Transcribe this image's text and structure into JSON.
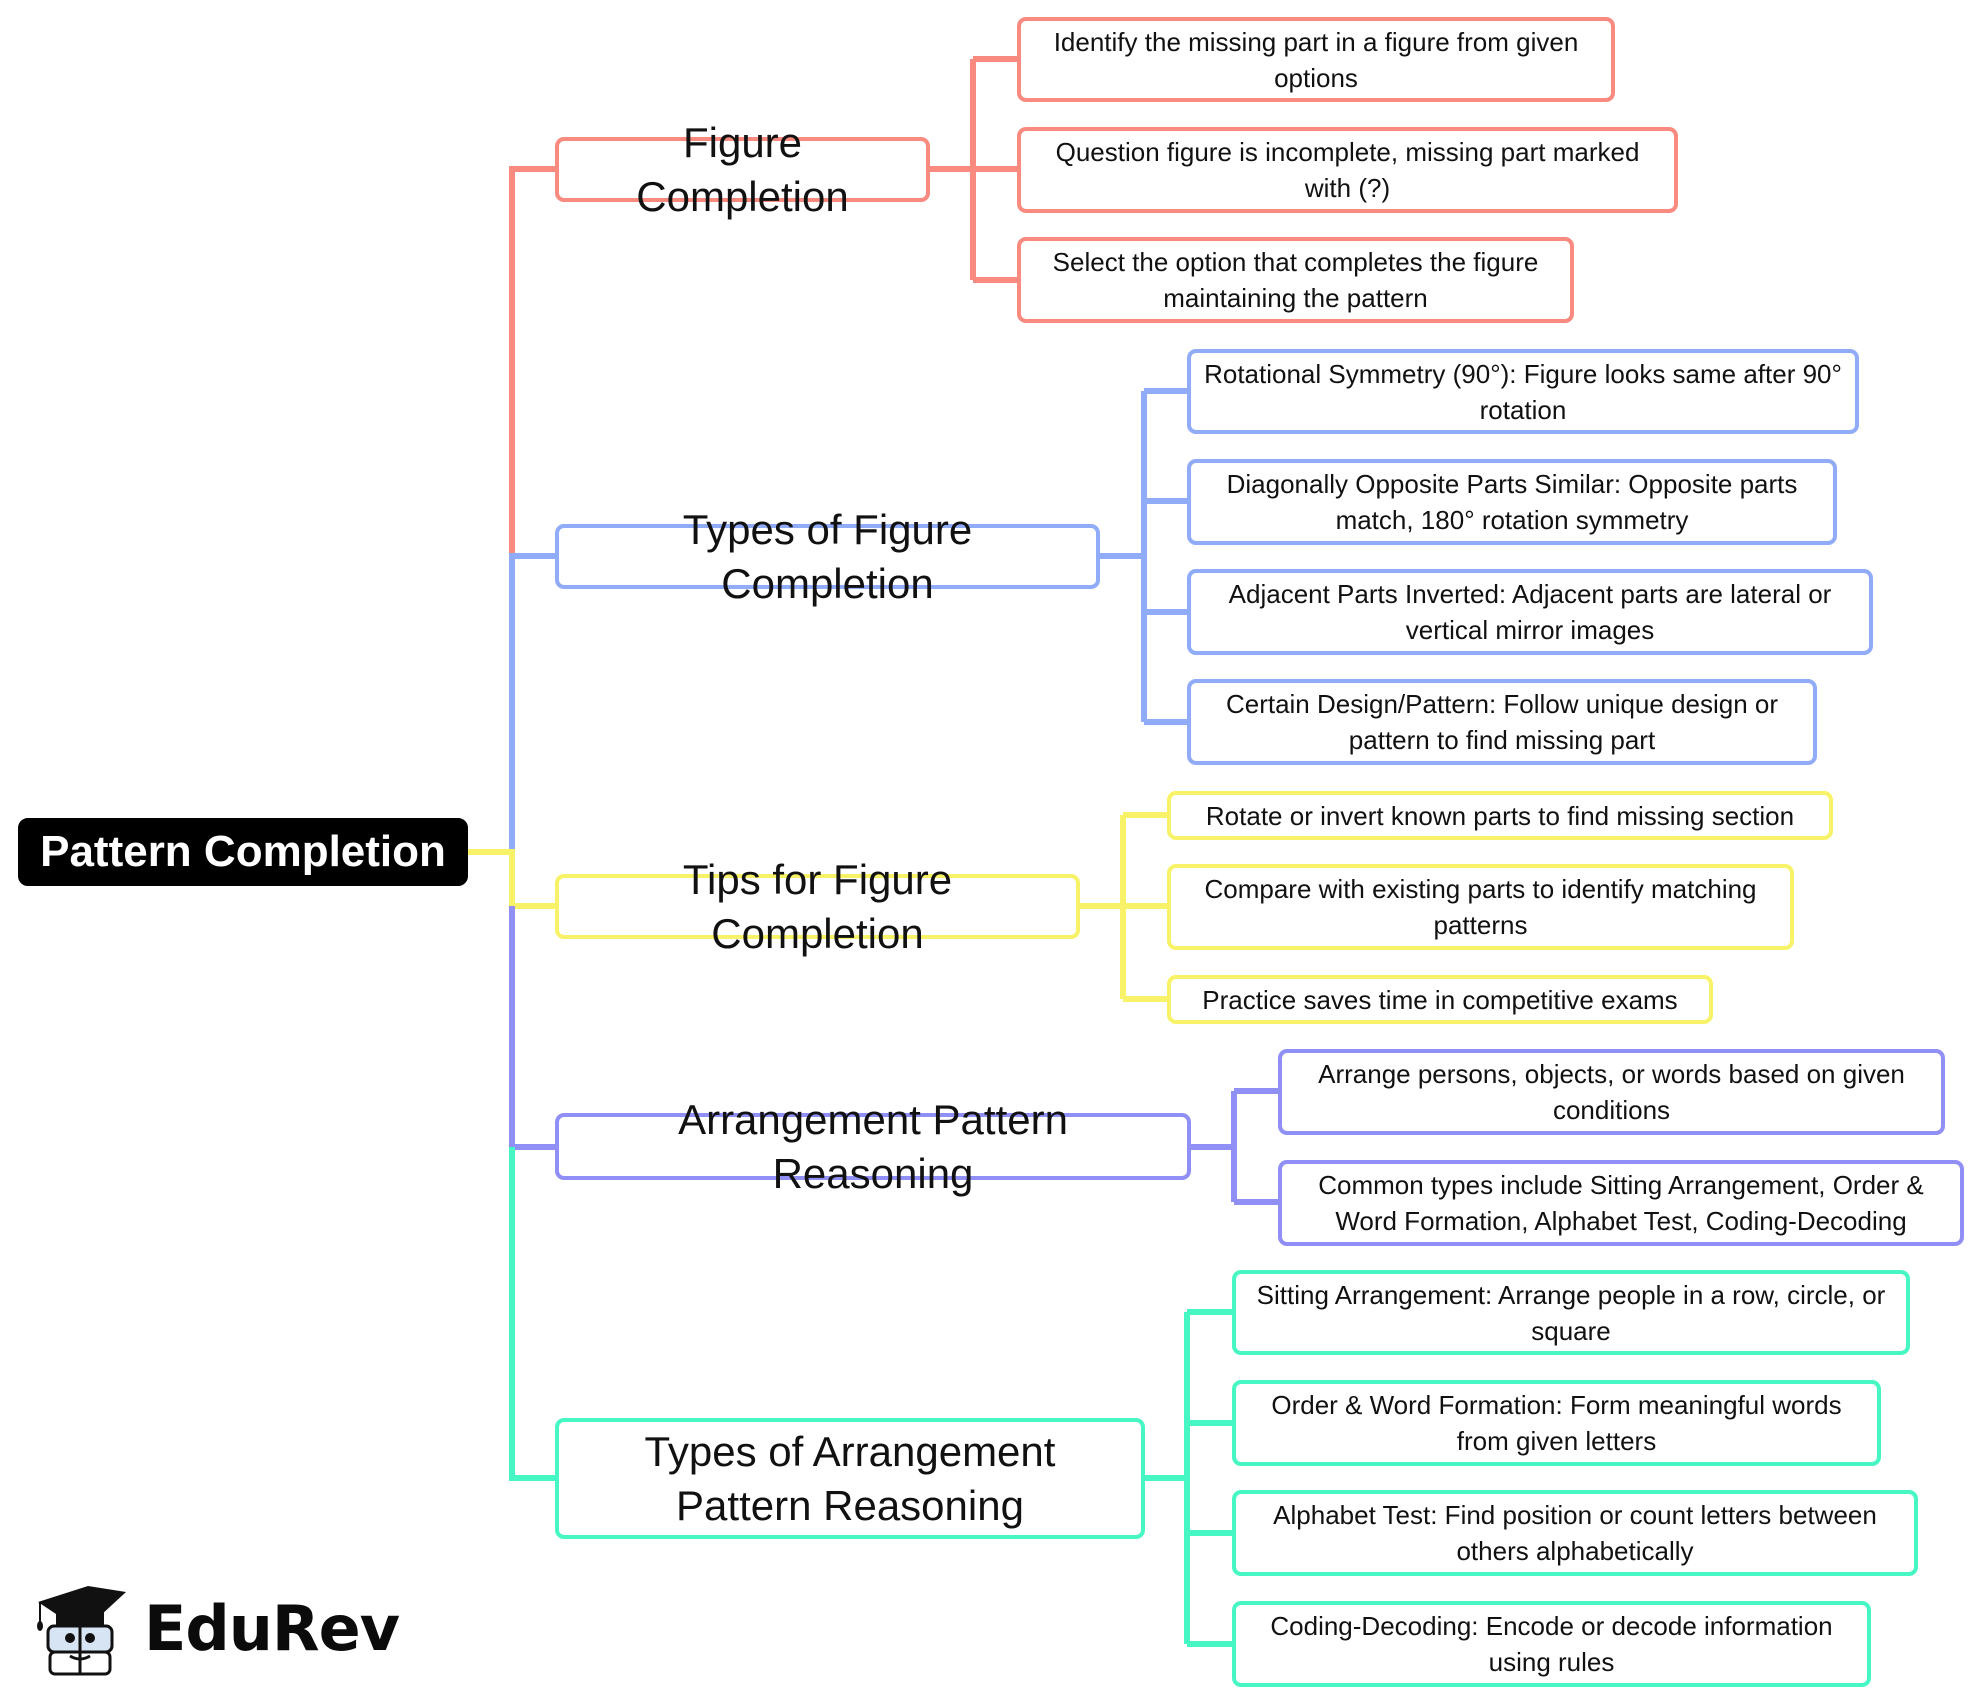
{
  "root": {
    "label": "Pattern Completion"
  },
  "colors": {
    "figure_completion": "#f98a80",
    "types_of_figure_completion": "#90acf9",
    "tips_for_figure_completion": "#f7f267",
    "arrangement_pattern_reasoning": "#908ff5",
    "types_of_arrangement_pattern_reasoning": "#47f7c3",
    "root_background": "#000000"
  },
  "branches": [
    {
      "label": "Figure Completion",
      "children": [
        "Identify the missing part in a figure from given options",
        "Question figure is incomplete, missing part marked with (?)",
        "Select the option that completes the figure maintaining the pattern"
      ]
    },
    {
      "label": "Types of Figure Completion",
      "children": [
        "Rotational Symmetry (90°): Figure looks same after 90° rotation",
        "Diagonally Opposite Parts Similar: Opposite parts match, 180° rotation symmetry",
        "Adjacent Parts Inverted: Adjacent parts are lateral or vertical mirror images",
        "Certain Design/Pattern: Follow unique design or pattern to find missing part"
      ]
    },
    {
      "label": "Tips for Figure Completion",
      "children": [
        "Rotate or invert known parts to find missing section",
        "Compare with existing parts to identify matching patterns",
        "Practice saves time in competitive exams"
      ]
    },
    {
      "label": "Arrangement Pattern Reasoning",
      "children": [
        "Arrange persons, objects, or words based on given conditions",
        "Common types include Sitting Arrangement, Order & Word Formation, Alphabet Test, Coding-Decoding"
      ]
    },
    {
      "label": "Types of Arrangement Pattern Reasoning",
      "children": [
        "Sitting Arrangement: Arrange people in a row, circle, or square",
        "Order & Word Formation: Form meaningful words from given letters",
        "Alphabet Test: Find position or count letters between others alphabetically",
        "Coding-Decoding: Encode or decode information using rules"
      ]
    }
  ],
  "logo": {
    "text": "EduRev",
    "icon": "graduate-mascot-icon"
  }
}
